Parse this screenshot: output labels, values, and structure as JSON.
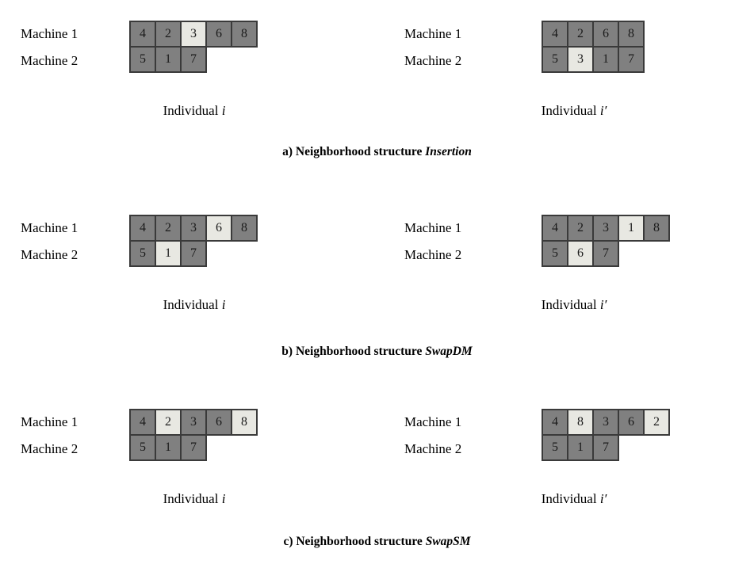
{
  "figure": {
    "machine_labels": [
      "Machine 1",
      "Machine 2"
    ],
    "individual_left": "Individual ",
    "individual_right": "Individual ",
    "individual_left_symbol": "i",
    "individual_right_symbol": "i′",
    "colors": {
      "cell_default": "#808080",
      "cell_highlight": "#e8e8e2",
      "cell_border": "#3a3a3a",
      "text": "#1a1a1a",
      "background": "#ffffff"
    }
  },
  "sections": [
    {
      "id": "a",
      "caption_prefix": "a) Neighborhood structure ",
      "caption_name": "Insertion",
      "left": {
        "caption_text": "Individual ",
        "caption_symbol": "i",
        "machine1": [
          {
            "value": "4",
            "highlight": false
          },
          {
            "value": "2",
            "highlight": false
          },
          {
            "value": "3",
            "highlight": true
          },
          {
            "value": "6",
            "highlight": false
          },
          {
            "value": "8",
            "highlight": false
          }
        ],
        "machine2": [
          {
            "value": "5",
            "highlight": false
          },
          {
            "value": "1",
            "highlight": false
          },
          {
            "value": "7",
            "highlight": false
          }
        ]
      },
      "right": {
        "caption_text": "Individual ",
        "caption_symbol": "i′",
        "machine1": [
          {
            "value": "4",
            "highlight": false
          },
          {
            "value": "2",
            "highlight": false
          },
          {
            "value": "6",
            "highlight": false
          },
          {
            "value": "8",
            "highlight": false
          }
        ],
        "machine2": [
          {
            "value": "5",
            "highlight": false
          },
          {
            "value": "3",
            "highlight": true
          },
          {
            "value": "1",
            "highlight": false
          },
          {
            "value": "7",
            "highlight": false
          }
        ]
      }
    },
    {
      "id": "b",
      "caption_prefix": "b)  Neighborhood structure ",
      "caption_name": "SwapDM",
      "left": {
        "caption_text": "Individual ",
        "caption_symbol": "i",
        "machine1": [
          {
            "value": "4",
            "highlight": false
          },
          {
            "value": "2",
            "highlight": false
          },
          {
            "value": "3",
            "highlight": false
          },
          {
            "value": "6",
            "highlight": true
          },
          {
            "value": "8",
            "highlight": false
          }
        ],
        "machine2": [
          {
            "value": "5",
            "highlight": false
          },
          {
            "value": "1",
            "highlight": true
          },
          {
            "value": "7",
            "highlight": false
          }
        ]
      },
      "right": {
        "caption_text": "Individual ",
        "caption_symbol": "i′",
        "machine1": [
          {
            "value": "4",
            "highlight": false
          },
          {
            "value": "2",
            "highlight": false
          },
          {
            "value": "3",
            "highlight": false
          },
          {
            "value": "1",
            "highlight": true
          },
          {
            "value": "8",
            "highlight": false
          }
        ],
        "machine2": [
          {
            "value": "5",
            "highlight": false
          },
          {
            "value": "6",
            "highlight": true
          },
          {
            "value": "7",
            "highlight": false
          }
        ]
      }
    },
    {
      "id": "c",
      "caption_prefix": "c) Neighborhood structure ",
      "caption_name": "SwapSM",
      "left": {
        "caption_text": "Individual ",
        "caption_symbol": "i",
        "machine1": [
          {
            "value": "4",
            "highlight": false
          },
          {
            "value": "2",
            "highlight": true
          },
          {
            "value": "3",
            "highlight": false
          },
          {
            "value": "6",
            "highlight": false
          },
          {
            "value": "8",
            "highlight": true
          }
        ],
        "machine2": [
          {
            "value": "5",
            "highlight": false
          },
          {
            "value": "1",
            "highlight": false
          },
          {
            "value": "7",
            "highlight": false
          }
        ]
      },
      "right": {
        "caption_text": "Individual ",
        "caption_symbol": "i′",
        "machine1": [
          {
            "value": "4",
            "highlight": false
          },
          {
            "value": "8",
            "highlight": true
          },
          {
            "value": "3",
            "highlight": false
          },
          {
            "value": "6",
            "highlight": false
          },
          {
            "value": "2",
            "highlight": true
          }
        ],
        "machine2": [
          {
            "value": "5",
            "highlight": false
          },
          {
            "value": "1",
            "highlight": false
          },
          {
            "value": "7",
            "highlight": false
          }
        ]
      }
    }
  ]
}
